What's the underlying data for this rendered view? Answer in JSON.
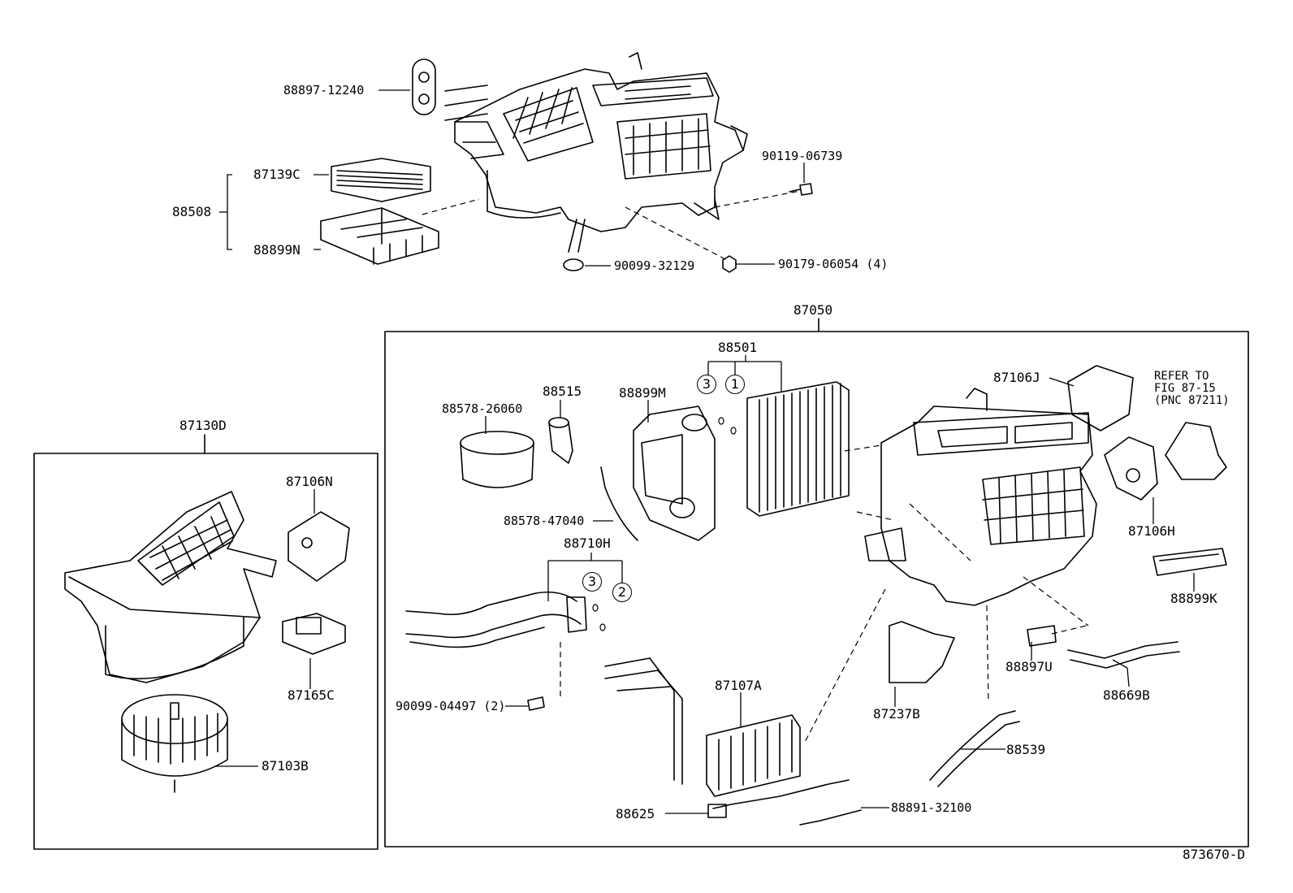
{
  "diagram": {
    "top_group": {
      "labels": {
        "p1": "88897-12240",
        "p2": "87139C",
        "p3": "88508",
        "p4": "88899N",
        "p5": "90119-06739",
        "p6": "90099-32129",
        "p7": "90179-06054 (4)"
      }
    },
    "left_box": {
      "title": "87130D",
      "labels": {
        "p1": "87106N",
        "p2": "87165C",
        "p3": "87103B"
      }
    },
    "right_box": {
      "title": "87050",
      "labels": {
        "p1": "88501",
        "p2": "88578-26060",
        "p3": "88515",
        "p4": "88899M",
        "p5": "87106J",
        "p6": "88578-47040",
        "p7": "88710H",
        "p8": "87106H",
        "p9": "88899K",
        "p10": "90099-04497 (2)",
        "p11": "87107A",
        "p12": "88897U",
        "p13": "88669B",
        "p14": "87237B",
        "p15": "88539",
        "p16": "88625",
        "p17": "88891-32100"
      },
      "circles": [
        "3",
        "1",
        "3",
        "2"
      ],
      "note": "REFER TO\nFIG 87-15\n(PNC 87211)"
    },
    "figure_code": "873670-D"
  }
}
